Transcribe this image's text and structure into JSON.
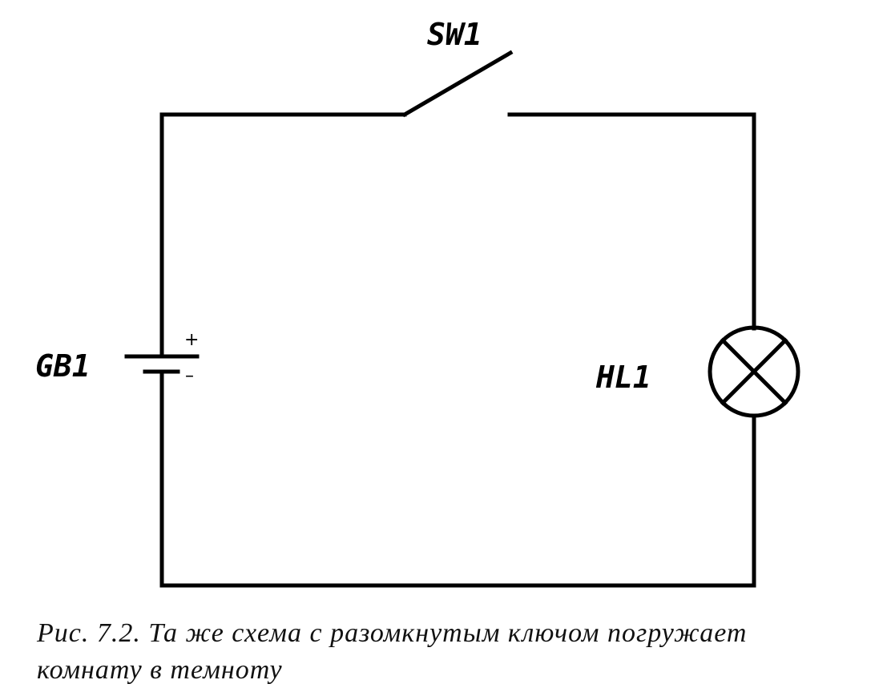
{
  "labels": {
    "switch": "SW1",
    "battery": "GB1",
    "lamp": "HL1",
    "plus": "+",
    "minus": "–"
  },
  "caption": {
    "line1": "Рис. 7.2. Та же схема с разомкнутым ключом погружает",
    "line2": "комнату в темноту"
  },
  "colors": {
    "wire": "#000000",
    "background": "#ffffff"
  },
  "switch_state": "open"
}
